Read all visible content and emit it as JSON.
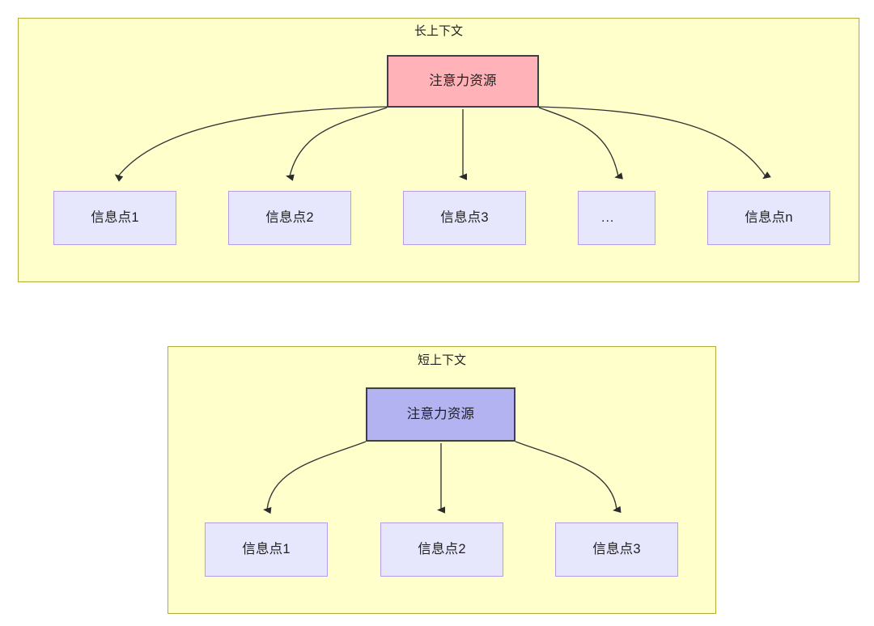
{
  "diagram": {
    "type": "node-edge-diagram",
    "background": "#ffffff",
    "colors": {
      "panel_fill": "#ffffcc",
      "panel_border": "#b5ab3a",
      "attention_long_fill": "#ffb3b8",
      "attention_short_fill": "#b3b3f2",
      "attention_border": "#3f3f46",
      "info_fill": "#e6e6fc",
      "info_border": "#b49ce8",
      "edge_stroke": "#333333",
      "text": "#1f1f1f"
    }
  },
  "panels": [
    {
      "id": "long-context",
      "title": "长上下文",
      "root": {
        "label": "注意力资源"
      },
      "children": [
        {
          "label": "信息点1"
        },
        {
          "label": "信息点2"
        },
        {
          "label": "信息点3"
        },
        {
          "label": "..."
        },
        {
          "label": "信息点n"
        }
      ]
    },
    {
      "id": "short-context",
      "title": "短上下文",
      "root": {
        "label": "注意力资源"
      },
      "children": [
        {
          "label": "信息点1"
        },
        {
          "label": "信息点2"
        },
        {
          "label": "信息点3"
        }
      ]
    }
  ]
}
